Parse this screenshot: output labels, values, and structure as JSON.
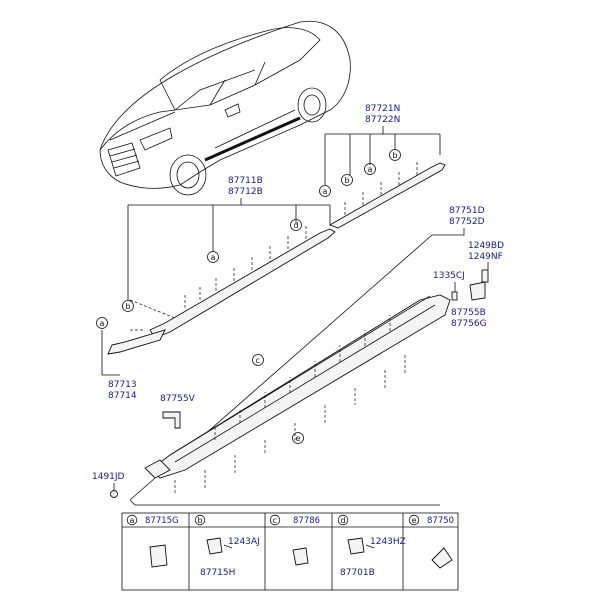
{
  "callouts": {
    "molding_upper_a": "87721N",
    "molding_upper_b": "87722N",
    "molding_main_a": "87711B",
    "molding_main_b": "87712B",
    "molding_rear_a": "87713",
    "molding_rear_b": "87714",
    "sill_a": "87751D",
    "sill_b": "87752D",
    "bolt_a": "1249BD",
    "bolt_b": "1249NF",
    "clip_1335": "1335CJ",
    "bracket_a": "87755B",
    "bracket_b": "87756G",
    "bracket_v": "87755V",
    "screw_1491": "1491JD"
  },
  "markers": {
    "a": "a",
    "b": "b",
    "c": "c",
    "d": "d",
    "e": "e"
  },
  "legend": [
    {
      "letter": "a",
      "part": "87715G",
      "extra_1": "",
      "extra_2": ""
    },
    {
      "letter": "b",
      "part": "",
      "extra_1": "1243AJ",
      "extra_2": "87715H"
    },
    {
      "letter": "c",
      "part": "87786",
      "extra_1": "",
      "extra_2": ""
    },
    {
      "letter": "d",
      "part": "",
      "extra_1": "1243HZ",
      "extra_2": "87701B"
    },
    {
      "letter": "e",
      "part": "87750",
      "extra_1": "",
      "extra_2": ""
    }
  ]
}
